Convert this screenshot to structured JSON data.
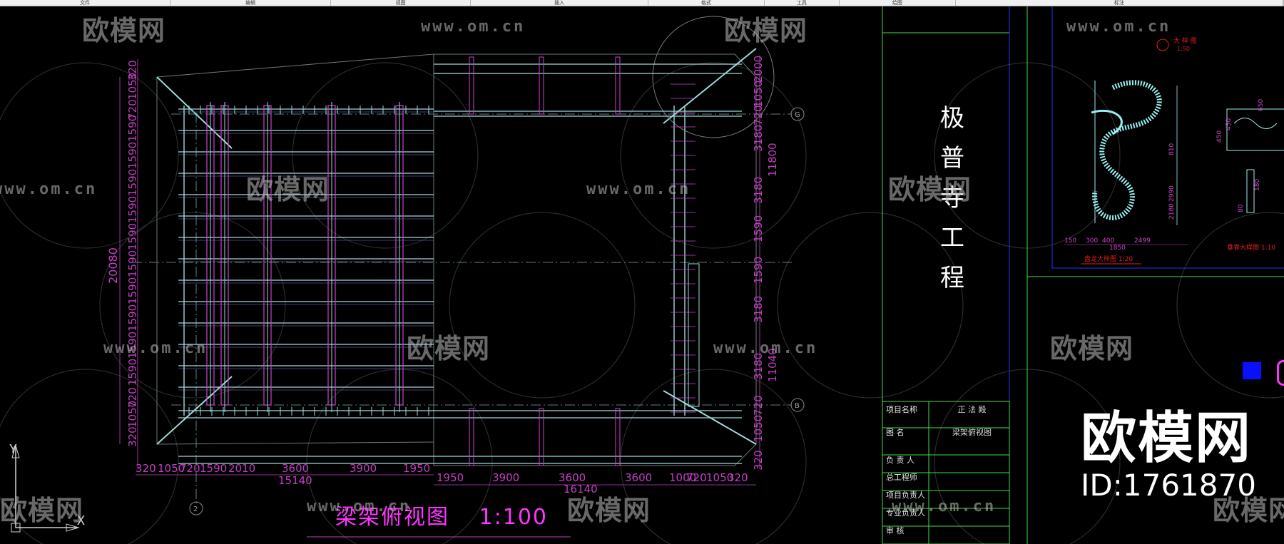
{
  "app": {
    "top_tabs": [
      "文件",
      "编辑",
      "视图",
      "插入",
      "格式",
      "工具",
      "绘图",
      "标注"
    ]
  },
  "drawing": {
    "title": "梁架俯视图",
    "scale": "1:100",
    "project_name_vertical": [
      "极",
      "普",
      "寺",
      "工",
      "程"
    ],
    "left_vertical_dims": [
      "320",
      "1050",
      "720",
      "1590",
      "1590",
      "1590",
      "1590",
      "1590",
      "1590",
      "1590",
      "1590",
      "1590",
      "1590",
      "720",
      "1050",
      "320"
    ],
    "left_total": "20080",
    "right_vertical_dims": [
      "2000",
      "1050",
      "720",
      "3180",
      "3180",
      "1590",
      "1590",
      "3180",
      "3180",
      "720",
      "1050",
      "320"
    ],
    "right_totals": [
      "11800",
      "11040"
    ],
    "bottom_left_dims": [
      "320",
      "1050",
      "720",
      "1590",
      "2010",
      "3600",
      "3900",
      "1950"
    ],
    "bottom_left_total": "15140",
    "bottom_right_dims": [
      "1950",
      "3900",
      "3600",
      "3600",
      "1000",
      "720",
      "1050",
      "320"
    ],
    "bottom_right_total": "16140",
    "grid_labels": [
      "G",
      "B",
      "2"
    ]
  },
  "title_block": {
    "rows": [
      {
        "key": "项目名称",
        "value": "正 法 殿"
      },
      {
        "key": "图    名",
        "value": "梁架俯视图"
      },
      {
        "key": "负 责 人",
        "value": ""
      },
      {
        "key": "总工程师",
        "value": ""
      },
      {
        "key": "项目负责人",
        "value": ""
      },
      {
        "key": "专业负责人",
        "value": ""
      },
      {
        "key": "审    核",
        "value": ""
      }
    ]
  },
  "detail_sheet": {
    "detail_title": "大 样 图",
    "detail_scale": "1:50",
    "dragon_caption": "盘龙大样图  1:20",
    "side_caption": "垂脊大样图  1:10",
    "dims_v": [
      "810",
      "2990",
      "2180"
    ],
    "dims_h": [
      "150",
      "300",
      "400",
      "2499",
      "1850"
    ],
    "side_dims": [
      "450",
      "450",
      "650",
      "180",
      "80"
    ]
  },
  "watermark": {
    "cn": "欧模网",
    "url": "www.om.cn"
  },
  "brand": {
    "logo_text": "欧模网",
    "id_text": "ID:1761870"
  },
  "ucs": {
    "x": "X",
    "y": "Y"
  },
  "colors": {
    "bg": "#000000",
    "cyan_line": "#9fd8d8",
    "magenta": "#ff33ff",
    "green": "#44dd44",
    "blue": "#1a1aff",
    "grey_line": "#7a8a8a"
  }
}
